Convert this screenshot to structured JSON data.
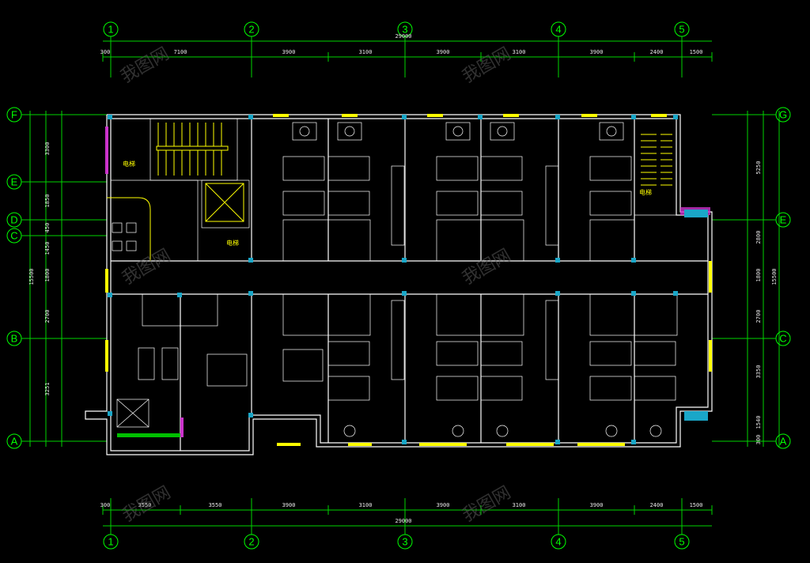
{
  "top_axes": [
    "1",
    "2",
    "3",
    "4",
    "5"
  ],
  "bottom_axes": [
    "1",
    "2",
    "3",
    "4",
    "5"
  ],
  "left_axes": [
    "F",
    "E",
    "D",
    "C",
    "B",
    "A"
  ],
  "right_axes": [
    "G",
    "E",
    "C",
    "A"
  ],
  "top_total": "29000",
  "bottom_total": "29000",
  "top_segments": [
    "300",
    "7100",
    "3900",
    "3100",
    "3900",
    "3100",
    "3900",
    "2400",
    "1500"
  ],
  "bottom_segments": [
    "300",
    "3550",
    "3550",
    "3900",
    "3100",
    "3900",
    "3100",
    "3900",
    "2400",
    "1500"
  ],
  "left_segments": [
    "3300",
    "1850",
    "450",
    "1450",
    "1800",
    "2700",
    "3251",
    "15500"
  ],
  "right_segments": [
    "5250",
    "2800",
    "1800",
    "2700",
    "3350",
    "1540",
    "300",
    "15500"
  ],
  "room_labels": [
    "电梯",
    "电梯",
    "电梯"
  ],
  "watermark": "我图网",
  "colors": {
    "background": "#000000",
    "axis_bubble": "#00ff00",
    "walls": "#ffffff",
    "accent": "#ffff00",
    "columns": "#1aa7c8",
    "doors": "#cc33cc"
  }
}
